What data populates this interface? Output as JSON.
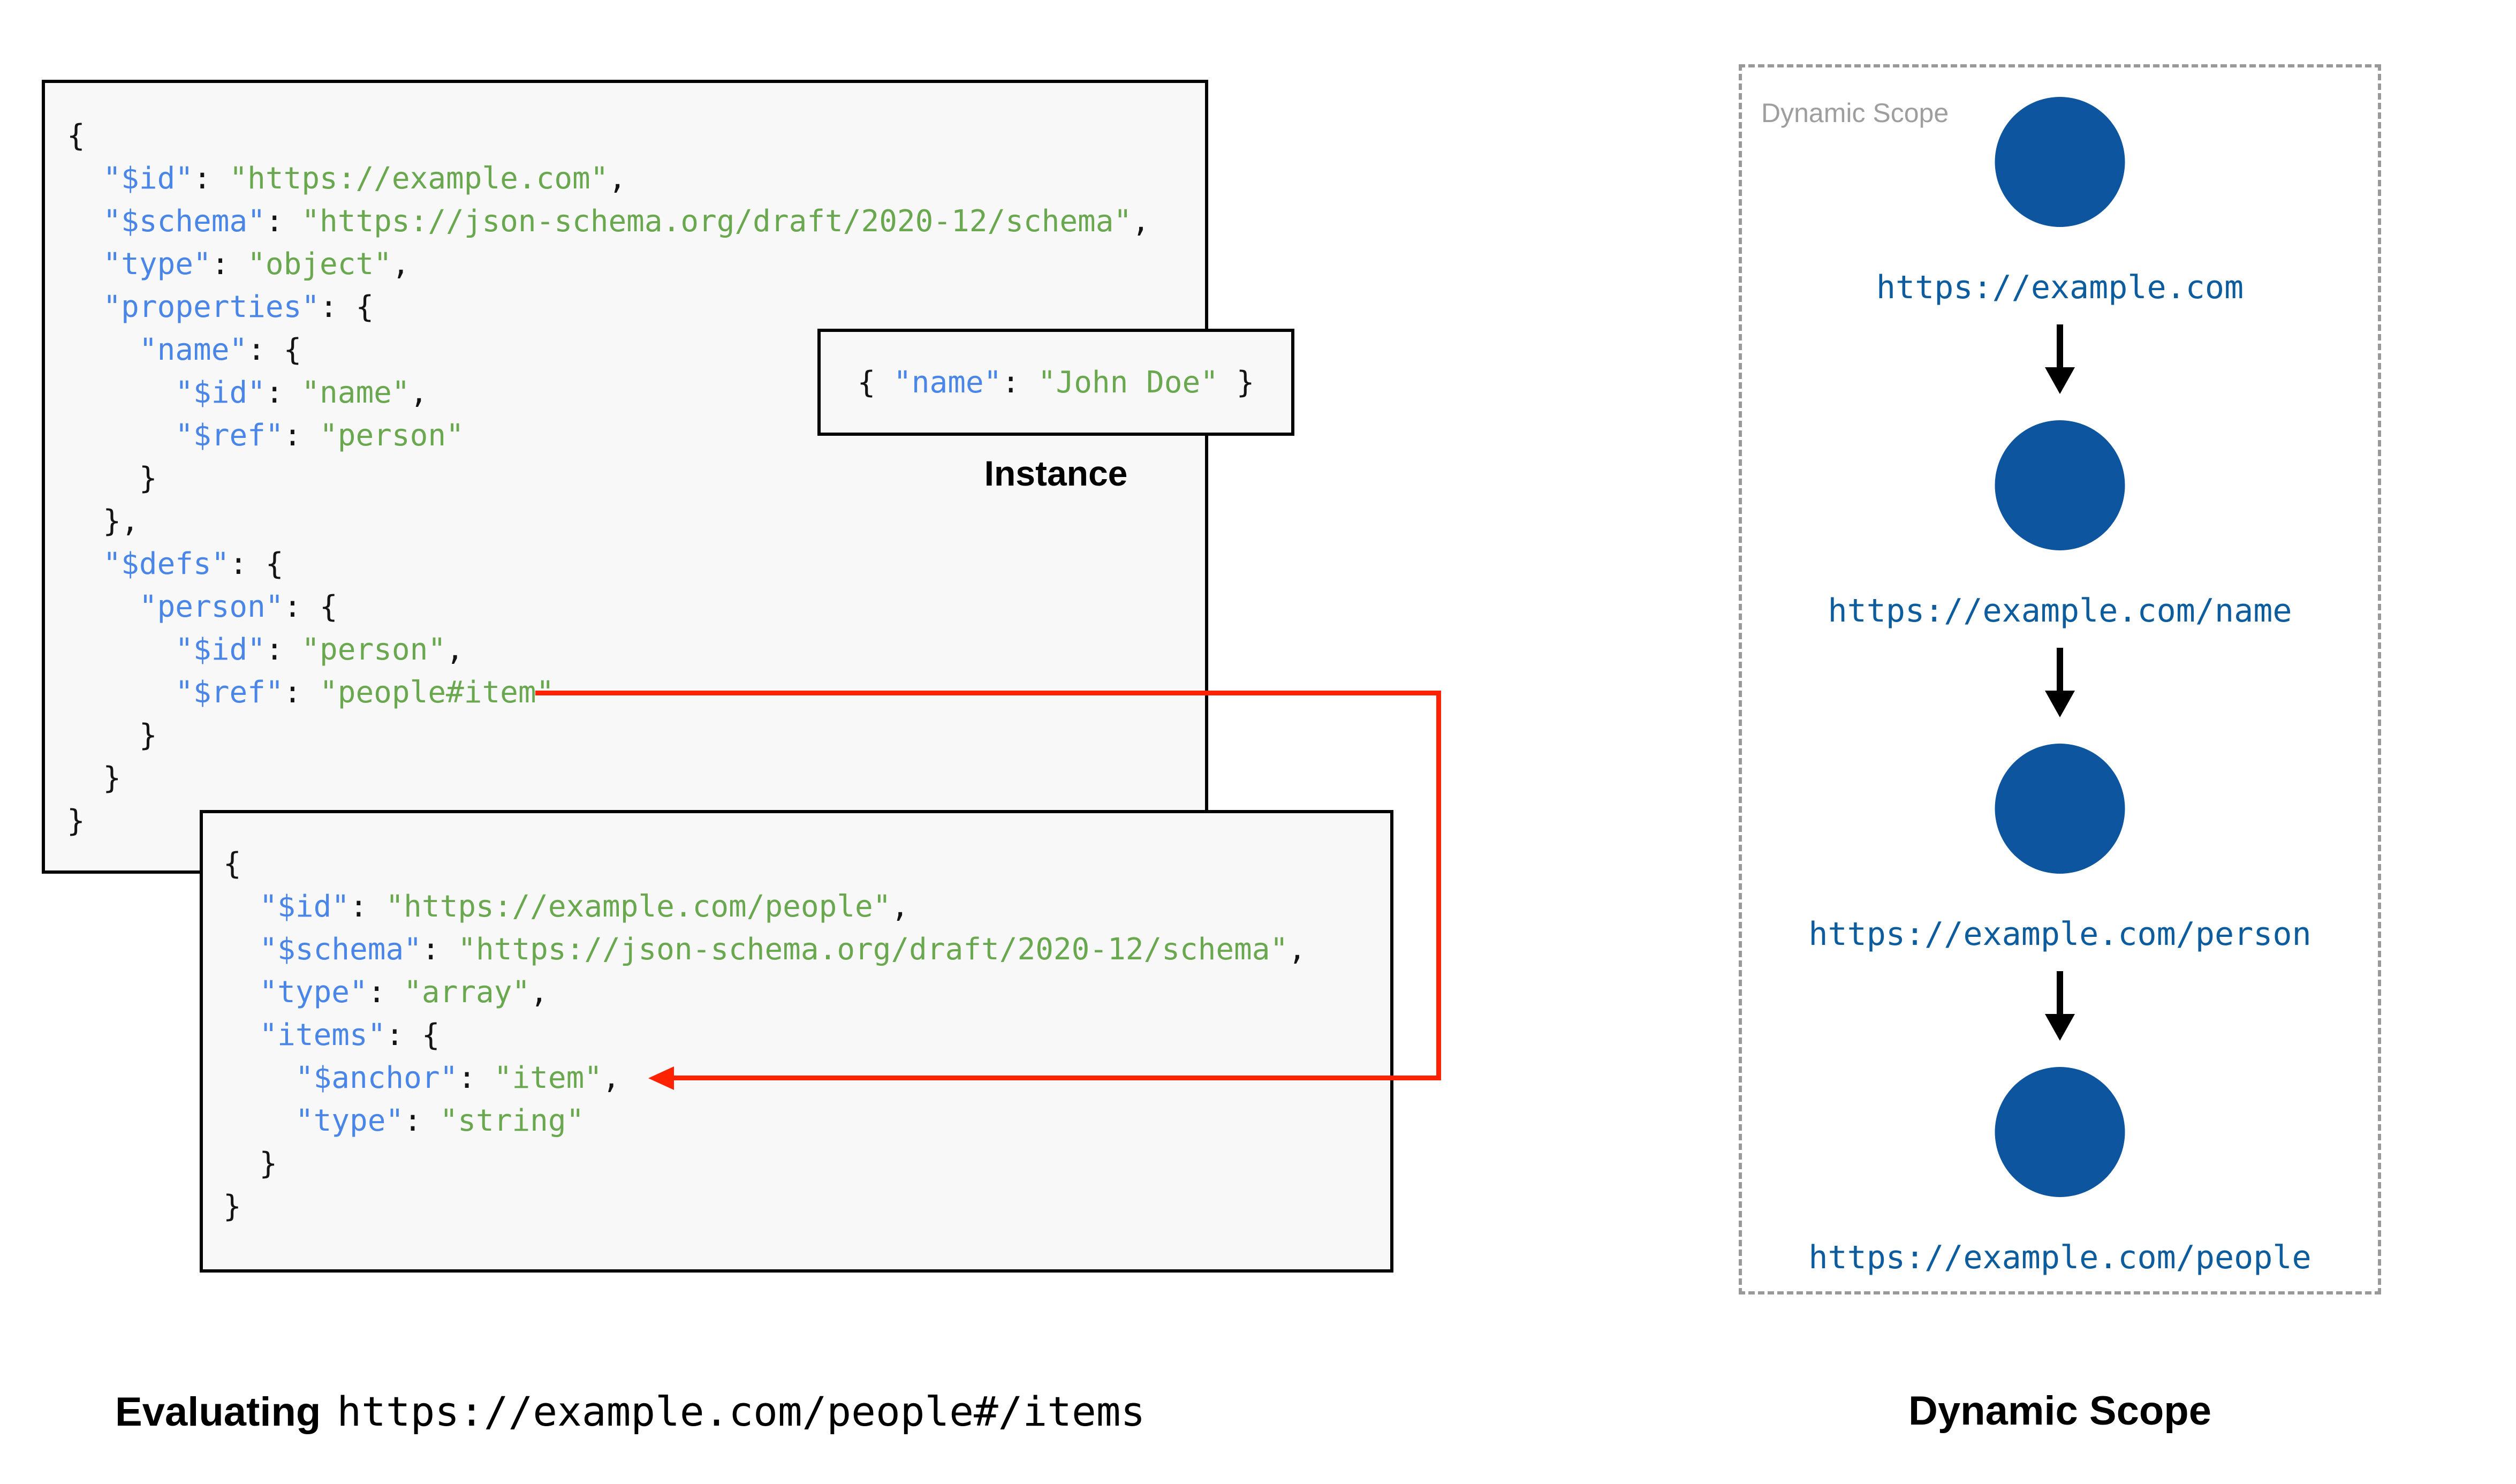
{
  "schema_root": {
    "code": [
      "{",
      "  \"$id\": \"https://example.com\",",
      "  \"$schema\": \"https://json-schema.org/draft/2020-12/schema\",",
      "  \"type\": \"object\",",
      "  \"properties\": {",
      "    \"name\": {",
      "      \"$id\": \"name\",",
      "      \"$ref\": \"person\"",
      "    }",
      "  },",
      "  \"$defs\": {",
      "    \"person\": {",
      "      \"$id\": \"person\",",
      "      \"$ref\": \"people#item\"",
      "    }",
      "  }",
      "}"
    ]
  },
  "schema_people": {
    "code": [
      "{",
      "  \"$id\": \"https://example.com/people\",",
      "  \"$schema\": \"https://json-schema.org/draft/2020-12/schema\",",
      "  \"type\": \"array\",",
      "  \"items\": {",
      "    \"$anchor\": \"item\",",
      "    \"type\": \"string\"",
      "  }",
      "}"
    ]
  },
  "instance": {
    "code": "{ \"name\": \"John Doe\" }",
    "label": "Instance"
  },
  "dynamic_scope_panel": {
    "label": "Dynamic Scope",
    "nodes": [
      {
        "label": "https://example.com"
      },
      {
        "label": "https://example.com/name"
      },
      {
        "label": "https://example.com/person"
      },
      {
        "label": "https://example.com/people"
      }
    ]
  },
  "captions": {
    "evaluating_prefix": "Evaluating",
    "evaluating_uri": "https://example.com/people#/items",
    "dynamic_scope": "Dynamic Scope"
  },
  "colors": {
    "key": "#4A86E8",
    "string": "#6AA84F",
    "punct": "#141414",
    "connector_red": "#ff2200",
    "node_fill": "#0d569f",
    "node_label": "#0d5c9d",
    "panel_border": "#999999",
    "panel_label": "#9e9e9e"
  }
}
